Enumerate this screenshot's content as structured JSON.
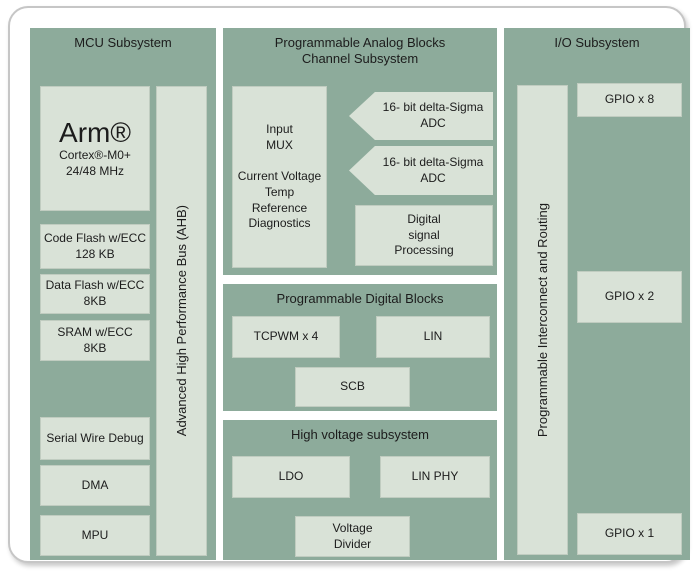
{
  "colors": {
    "panel-bg": "#8dab9b",
    "block-bg": "#d9e2d7",
    "block-border": "#c0ccc0",
    "text": "#1c1c1c",
    "frame-border": "#c6c6c6",
    "page-bg": "#ffffff"
  },
  "panels": {
    "mcu": {
      "title": "MCU Subsystem",
      "cpu": {
        "brand": "Arm®",
        "core": "Cortex®-M0+",
        "freq": "24/48 MHz"
      },
      "memory": [
        {
          "line1": "Code Flash w/ECC",
          "line2": "128 KB"
        },
        {
          "line1": "Data Flash w/ECC",
          "line2": "8KB"
        },
        {
          "line1": "SRAM w/ECC",
          "line2": "8KB"
        }
      ],
      "peripherals": {
        "swd": "Serial Wire Debug",
        "dma": "DMA",
        "mpu": "MPU"
      },
      "bus_label": "Advanced High Performance Bus (AHB)"
    },
    "analog": {
      "title_line1": "Programmable Analog Blocks",
      "title_line2": "Channel Subsystem",
      "input_mux": {
        "line1": "Input",
        "line2": "MUX",
        "line3": "Current Voltage",
        "line4": "Temp",
        "line5": "Reference",
        "line6": "Diagnostics"
      },
      "adc1": {
        "line1": "16- bit delta-Sigma",
        "line2": "ADC"
      },
      "adc2": {
        "line1": "16- bit delta-Sigma",
        "line2": "ADC"
      },
      "dsp": {
        "line1": "Digital",
        "line2": "signal",
        "line3": "Processing"
      }
    },
    "digital": {
      "title": "Programmable Digital Blocks",
      "tcpwm": "TCPWM x 4",
      "lin": "LIN",
      "scb": "SCB"
    },
    "hv": {
      "title": "High voltage subsystem",
      "ldo": "LDO",
      "lin_phy": "LIN PHY",
      "vdiv": {
        "line1": "Voltage",
        "line2": "Divider"
      }
    },
    "io": {
      "title": "I/O Subsystem",
      "routing_label": "Programmable Interconnect and Routing",
      "gpio8": "GPIO x 8",
      "gpio2": "GPIO x 2",
      "gpio1": "GPIO x 1"
    }
  }
}
